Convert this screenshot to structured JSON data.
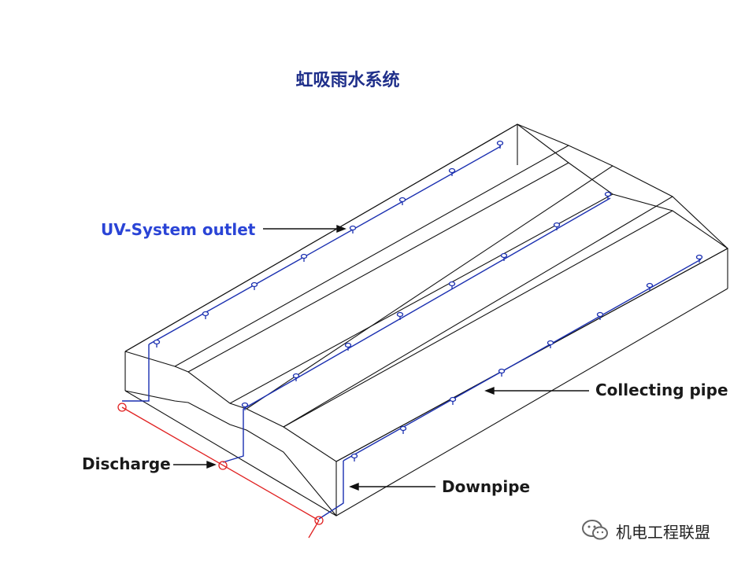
{
  "title": "虹吸雨水系统",
  "labels": {
    "uv_outlet": "UV-System outlet",
    "collecting_pipe": "Collecting pipe",
    "discharge": "Discharge",
    "downpipe": "Downpipe"
  },
  "watermark": {
    "text": "机电工程联盟",
    "icon": "wechat-icon"
  },
  "colors": {
    "outline": "#111111",
    "pipe": "#1a2fb0",
    "discharge": "#e02020",
    "title": "#1f2f8a",
    "uv_label": "#2a44d6"
  }
}
